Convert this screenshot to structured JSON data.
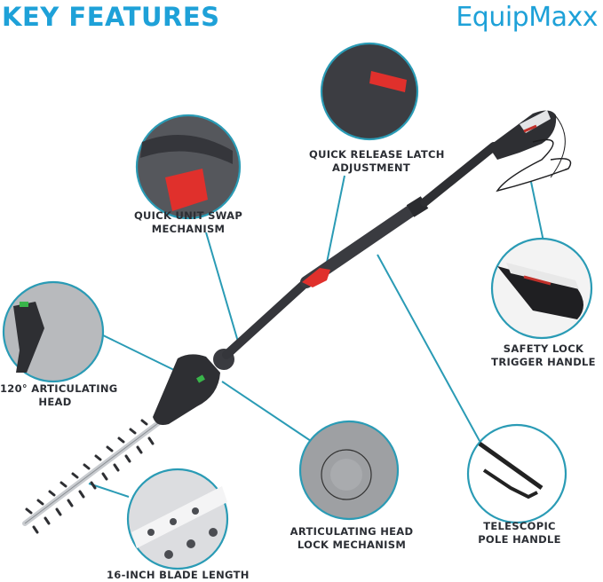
{
  "header": {
    "title": "KEY FEATURES",
    "brand": "EquipMaxx"
  },
  "colors": {
    "accent": "#1ea1d8",
    "callout_line": "#2a9bb5",
    "tool_body": "#2e2f33",
    "latch_red": "#e0302c",
    "label_text": "#2b2e34"
  },
  "features": [
    {
      "id": "quick-unit-swap",
      "line1": "QUICK UNIT SWAP",
      "line2": "MECHANISM"
    },
    {
      "id": "quick-release-latch",
      "line1": "QUICK RELEASE LATCH",
      "line2": "ADJUSTMENT"
    },
    {
      "id": "articulating-head",
      "line1": "120° ARTICULATING",
      "line2": "HEAD"
    },
    {
      "id": "safety-lock-trigger",
      "line1": "SAFETY LOCK",
      "line2": "TRIGGER HANDLE"
    },
    {
      "id": "head-lock",
      "line1": "ARTICULATING HEAD",
      "line2": "LOCK MECHANISM"
    },
    {
      "id": "telescopic-pole",
      "line1": "TELESCOPIC",
      "line2": "POLE HANDLE"
    },
    {
      "id": "blade-length",
      "line1": "16-INCH BLADE LENGTH",
      "line2": ""
    }
  ]
}
